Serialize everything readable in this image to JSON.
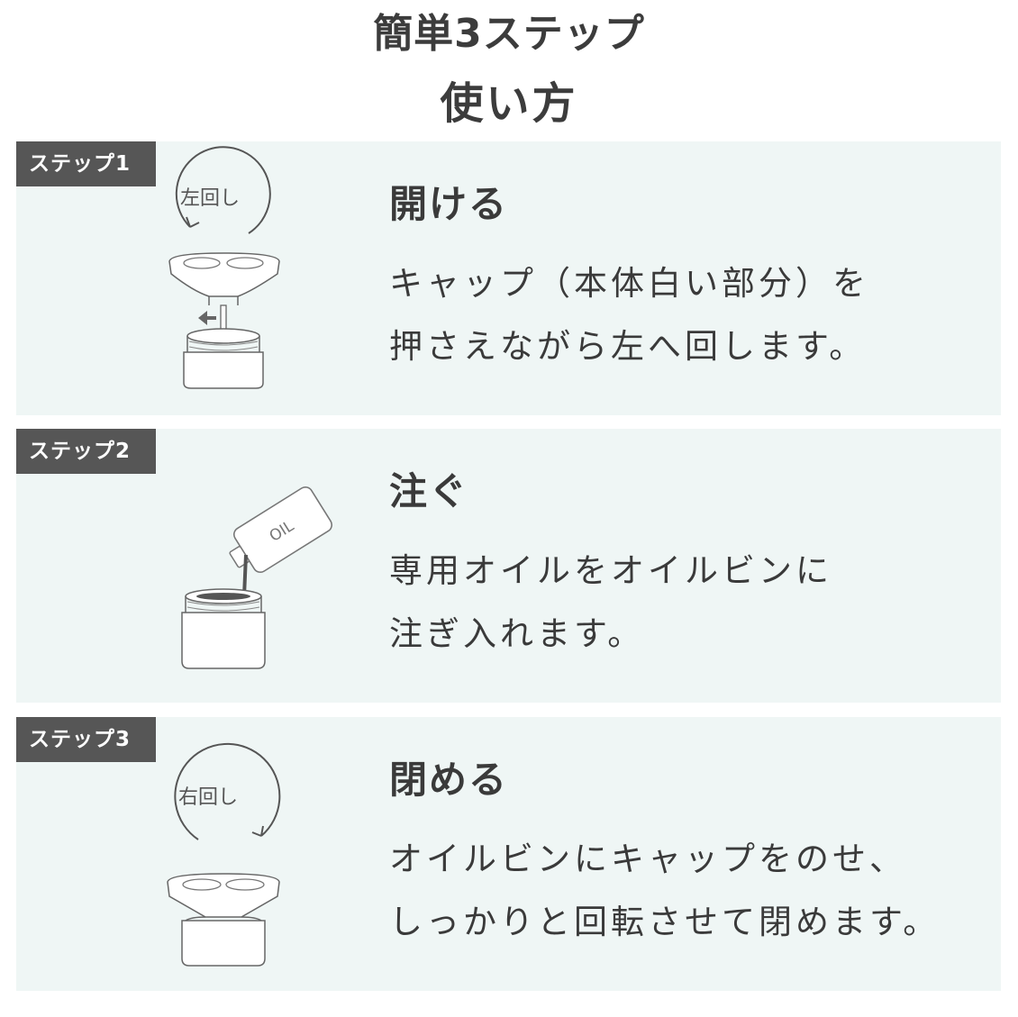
{
  "header": {
    "title": "簡単3ステップ",
    "subtitle": "使い方"
  },
  "steps": [
    {
      "badge": "ステップ1",
      "rotation_label": "左回し",
      "heading": "開ける",
      "body": [
        "キャップ（本体白い部分）を",
        "押さえながら左へ回します。"
      ]
    },
    {
      "badge": "ステップ2",
      "bottle_label": "OIL",
      "heading": "注ぐ",
      "body": [
        "専用オイルをオイルビンに",
        "注ぎ入れます。"
      ]
    },
    {
      "badge": "ステップ3",
      "rotation_label": "右回し",
      "heading": "閉める",
      "body": [
        "オイルビンにキャップをのせ、",
        "しっかりと回転させて閉めます。"
      ]
    }
  ],
  "colors": {
    "panel_background": "#eff6f5",
    "badge_background": "#565656",
    "badge_text": "#ffffff",
    "text": "#3a3a3a"
  },
  "icons": [
    "rotate-left-arrow-icon",
    "diffuser-cap-icon",
    "oil-jar-icon",
    "oil-bottle-icon",
    "rotate-right-arrow-icon"
  ]
}
